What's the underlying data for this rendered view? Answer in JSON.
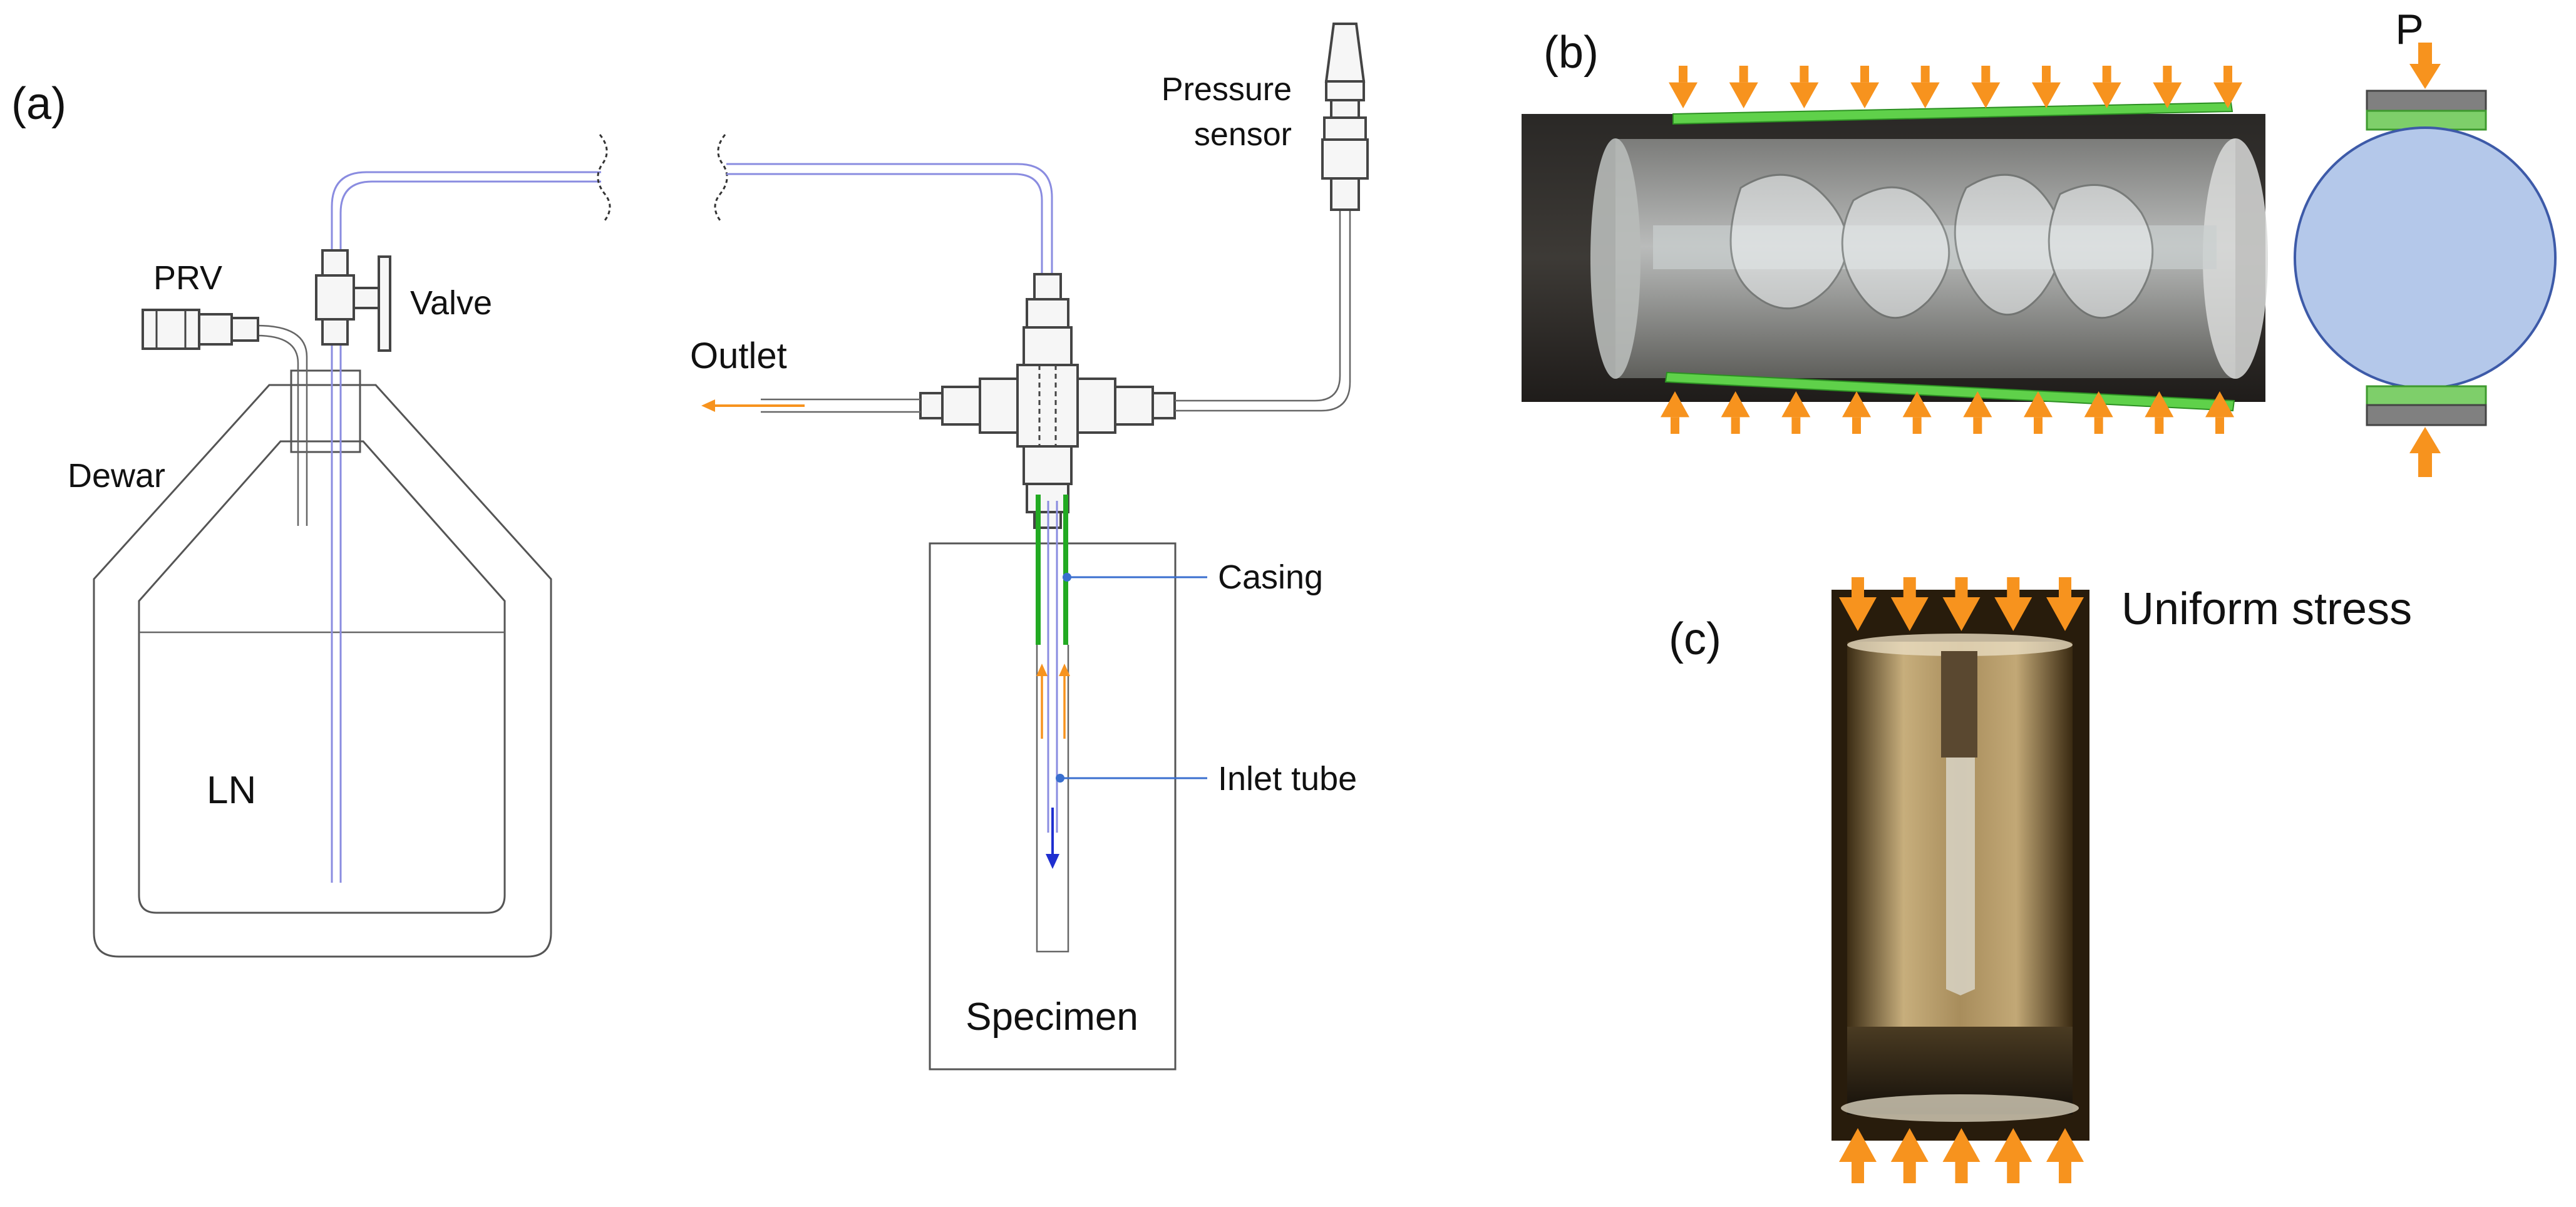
{
  "panel_labels": {
    "a": "(a)",
    "b": "(b)",
    "c": "(c)"
  },
  "labels": {
    "prv": "PRV",
    "valve": "Valve",
    "dewar": "Dewar",
    "ln": "LN",
    "outlet": "Outlet",
    "pressure_sensor_line1": "Pressure",
    "pressure_sensor_line2": "sensor",
    "casing": "Casing",
    "inlet_tube": "Inlet tube",
    "specimen": "Specimen",
    "p": "P",
    "uniform_stress": "Uniform stress"
  },
  "colors": {
    "arrow_orange": "#f7931e",
    "casing_green": "#22aa22",
    "plate_green": "#5fd14a",
    "disc_blue": "#b4c8ea",
    "ln_tube": "#8a8ce0",
    "flow_blue": "#1f2fd0",
    "leader_blue": "#3a6fcf"
  },
  "arrows": {
    "panel_b_top_count": 10,
    "panel_b_bottom_count": 10,
    "panel_c_top_count": 5,
    "panel_c_bottom_count": 5
  }
}
